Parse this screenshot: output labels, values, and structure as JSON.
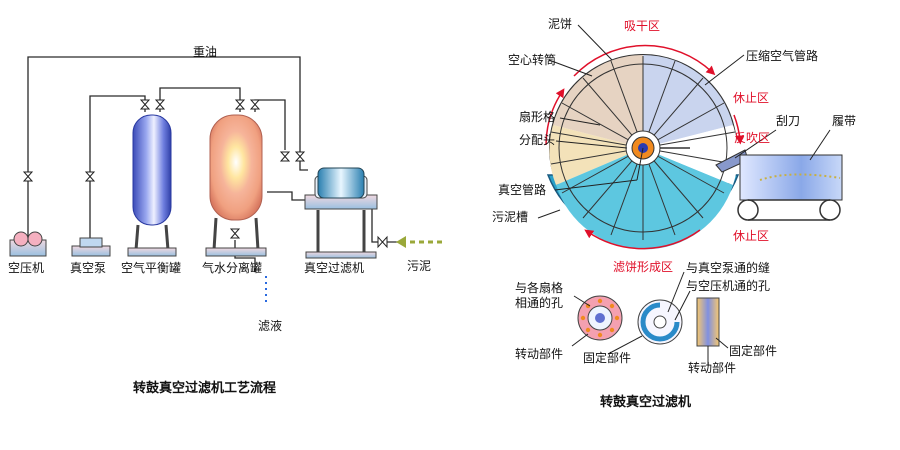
{
  "left": {
    "caption": "转鼓真空过滤机工艺流程",
    "heavy_oil": "重油",
    "air_compressor": "空压机",
    "vacuum_pump": "真空泵",
    "air_balance_tank": "空气平衡罐",
    "gas_water_separator": "气水分离罐",
    "vacuum_filter": "真空过滤机",
    "sludge": "污泥",
    "filtrate": "滤液"
  },
  "right": {
    "caption": "转鼓真空过滤机",
    "mud_cake": "泥饼",
    "drying_zone": "吸干区",
    "hollow_drum": "空心转筒",
    "compressed_air_pipe": "压缩空气管路",
    "fan_cell": "扇形格",
    "stop_zone_1": "休止区",
    "distribution_head": "分配头",
    "back_blow_zone": "反吹区",
    "scraper": "刮刀",
    "conveyor_belt": "履带",
    "vacuum_pipe": "真空管路",
    "sludge_tank": "污泥槽",
    "stop_zone_2": "休止区",
    "cake_forming_zone": "滤饼形成区",
    "holes_each_cell_1": "与各扇格",
    "holes_each_cell_2": "相通的孔",
    "slot_vacuum_pump": "与真空泵通的缝",
    "hole_air_compressor": "与空压机通的孔",
    "rotating_part_1": "转动部件",
    "fixed_part_1": "固定部件",
    "fixed_part_2": "固定部件",
    "rotating_part_2": "转动部件"
  },
  "colors": {
    "pipe": "#2a2a2a",
    "label_red": "#e0102a",
    "sludge_arrow": "#9aa83a",
    "drum_cyan": "#48c8e0",
    "tank_blue": "#6878d8",
    "tank_pink": "#f4a890"
  }
}
